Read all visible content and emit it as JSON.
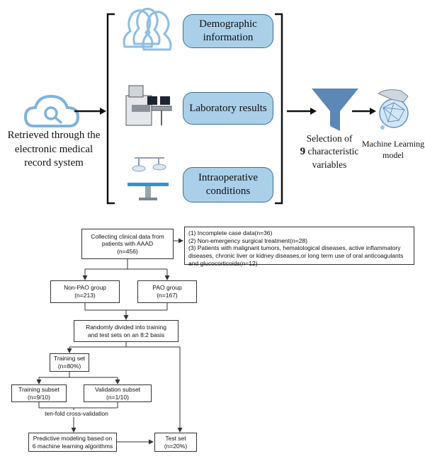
{
  "top": {
    "source_label": "Retrieved through the electronic medical record system",
    "categories": [
      {
        "label": "Demographic information"
      },
      {
        "label": "Laboratory results"
      },
      {
        "label": "Intraoperative conditions"
      }
    ],
    "selection": {
      "prefix": "Selection of",
      "count": "9",
      "suffix": "characteristic variables"
    },
    "model_label": "Machine Learning model"
  },
  "flow": {
    "collect": {
      "line1": "Collecting clinical data from",
      "line2": "patients with AAAD",
      "line3": "(n=456)"
    },
    "exclusion": [
      "(1) Incomplete case data(n=36)",
      "(2) Non-emergency surgical treatment(n=28)",
      "(3) Patients with malignant tumors, hematological diseases, active inflammatory diseases, chronic liver or kidney diseases,or long term use of oral anticoagulants and glucocorticoids(n=12)"
    ],
    "non_pao": {
      "label": "Non-PAO group",
      "n": "(n=213)"
    },
    "pao": {
      "label": "PAO group",
      "n": "(n=167)"
    },
    "split": {
      "line1": "Randomly divided into training",
      "line2": "and test sets on an 8:2 basis"
    },
    "training": {
      "label": "Training set",
      "n": "(n=80%)"
    },
    "train_sub": {
      "label": "Training subset",
      "n": "(n=9/10)"
    },
    "valid_sub": {
      "label": "Validation subset",
      "n": "(n=1/10)"
    },
    "cv": "ten-fold cross-validation",
    "predict": {
      "line1": "Predictive modeling based on",
      "line2": "6 machine learning algorithms"
    },
    "test": {
      "label": "Test set",
      "n": "(n=20%)"
    }
  }
}
